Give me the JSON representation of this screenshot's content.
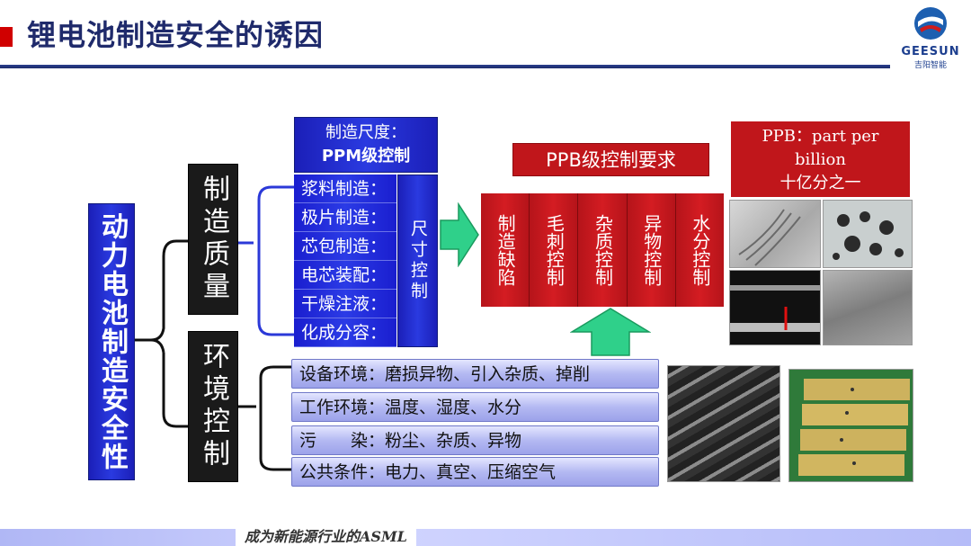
{
  "title": "锂电池制造安全的诱因",
  "logo": {
    "name": "GEESUN",
    "sub": "吉阳智能"
  },
  "main_topic": "动力电池制造安全性",
  "branches": {
    "manufacturing": "制造质量",
    "environment": "环境控制"
  },
  "scale": {
    "line1": "制造尺度：",
    "line2": "PPM级控制"
  },
  "process_list": [
    "浆料制造：",
    "极片制造：",
    "芯包制造：",
    "电芯装配：",
    "干燥注液：",
    "化成分容："
  ],
  "size_control": "尺寸控制",
  "ppb_requirement": "PPB级控制要求",
  "control_items": [
    "制造缺陷",
    "毛刺控制",
    "杂质控制",
    "异物控制",
    "水分控制"
  ],
  "environment_items": [
    "设备环境：磨损异物、引入杂质、掉削",
    "工作环境：温度、湿度、水分",
    "污　　染：粉尘、杂质、异物",
    "公共条件：电力、真空、压缩空气"
  ],
  "ppb_definition": {
    "line1": "PPB：part per",
    "line2": "billion",
    "line3": "十亿分之一"
  },
  "footer": "成为新能源行业的ASML",
  "colors": {
    "title": "#1f2a6b",
    "blue_box": "#2233d8",
    "red_box": "#c0161b",
    "arrow": "#2fd08a"
  }
}
